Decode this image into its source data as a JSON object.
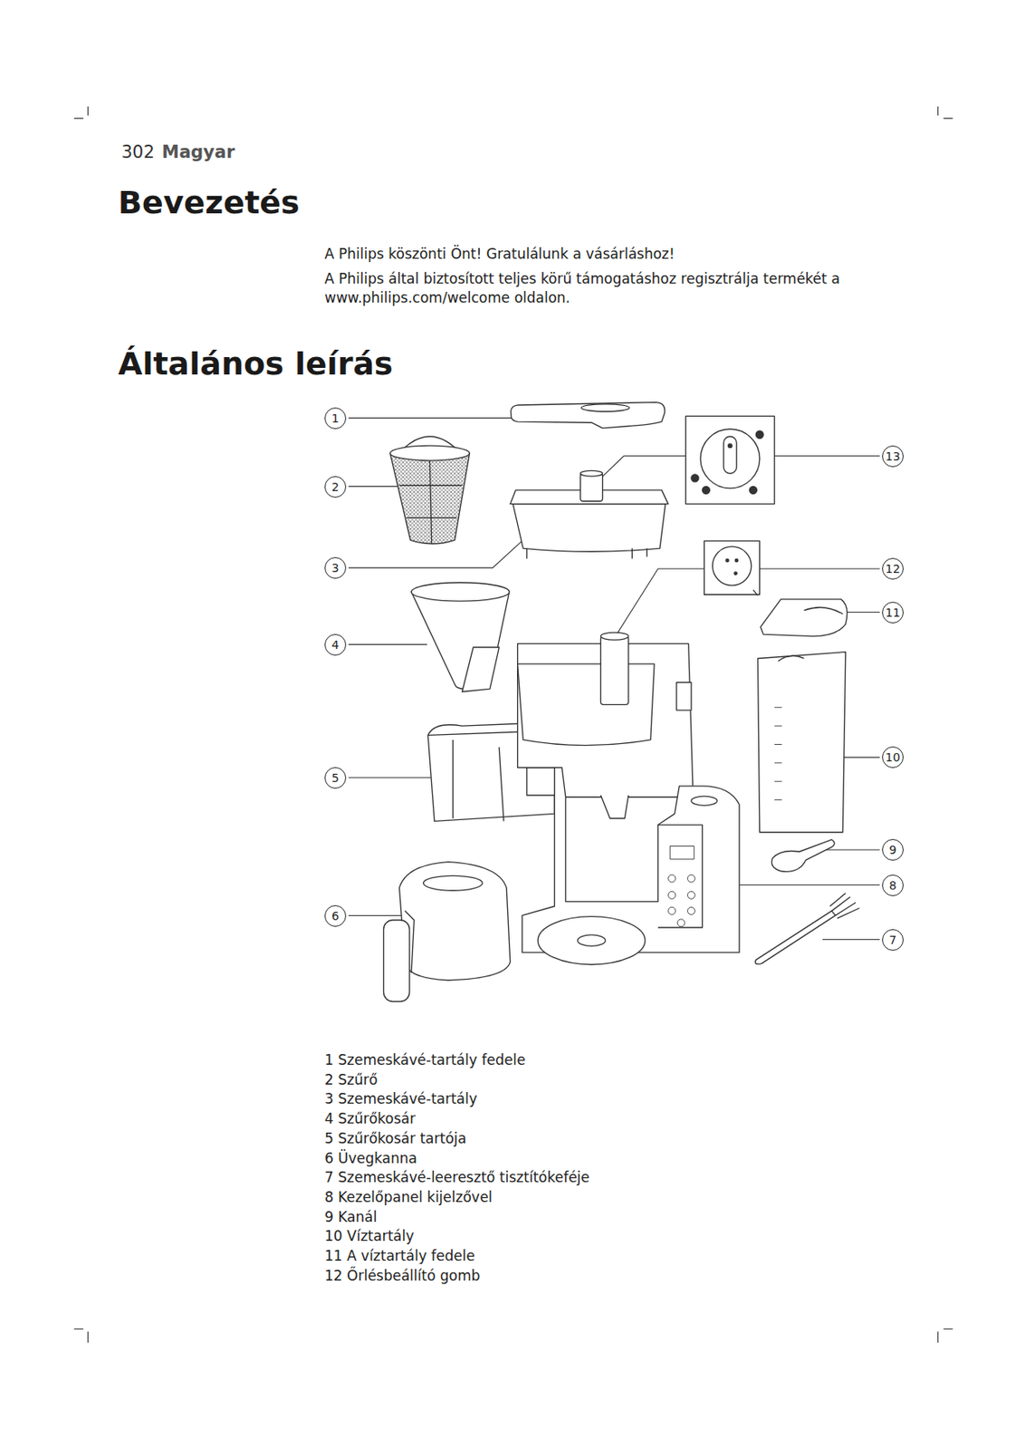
{
  "diagram": {
    "title": "Bevezetés",
    "nodes": [
      {
        "text": [
          "1"
        ]
      },
      {
        "text": [
          "13"
        ]
      },
      {
        "text": [
          "2"
        ]
      },
      {
        "text": [
          "3"
        ]
      },
      {
        "text": [
          "12"
        ]
      },
      {
        "text": [
          "11"
        ]
      },
      {
        "text": [
          "4"
        ]
      },
      {
        "text": [
          "10"
        ]
      },
      {
        "text": [
          "5"
        ]
      },
      {
        "text": [
          "9"
        ]
      },
      {
        "text": [
          "8"
        ]
      },
      {
        "text": [
          "6"
        ]
      },
      {
        "text": [
          "7"
        ]
      }
    ],
    "labels": [
      "302",
      "Magyar",
      "A Philips köszönti Önt! Gratulálunk a vásárláshoz!",
      "A Philips által biztosított teljes körű támogatáshoz regisztrálja termékét a www.philips.com/welcome oldalon.",
      "Általános leírás",
      "1 Szemeskávé-tartály fedele",
      "2 Szűrő",
      "3 Szemeskávé-tartály",
      "4 Szűrőkosár",
      "5 Szűrőkosár tartója",
      "6 Üvegkanna",
      "7 Szemeskávé-leeresztő tisztítókeféje",
      "8 Kezelőpanel kijelzővel",
      "9 Kanál",
      "10 Víztartály",
      "11 A víztartály fedele",
      "12 Őrlésbeállító gomb"
    ]
  }
}
